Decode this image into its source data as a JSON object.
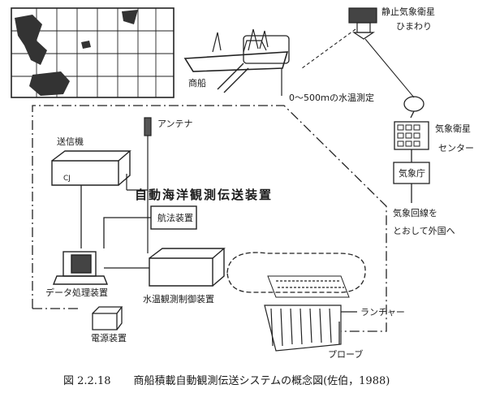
{
  "labels": {
    "satellite": "静止気象衛星",
    "himawari": "ひまわり",
    "ship": "商船",
    "depth": "0～500ｍの水温測定",
    "antenna": "アンテナ",
    "weather_center_1": "気象衛星",
    "weather_center_2": "センター",
    "jma": "気象庁",
    "line_1": "気象回線を",
    "line_2": "とおして外国へ",
    "transmitter": "送信機",
    "system_title": "自動海洋観測伝送装置",
    "nav": "航法装置",
    "data_proc": "データ処理装置",
    "temp_ctrl": "水温観測制御装置",
    "launcher": "ランチャー",
    "power": "電源装置",
    "probe": "プローブ"
  },
  "caption": {
    "number": "図 2.2.18",
    "text": "商船積載自動観測伝送システムの概念図(佐伯，1988)"
  }
}
